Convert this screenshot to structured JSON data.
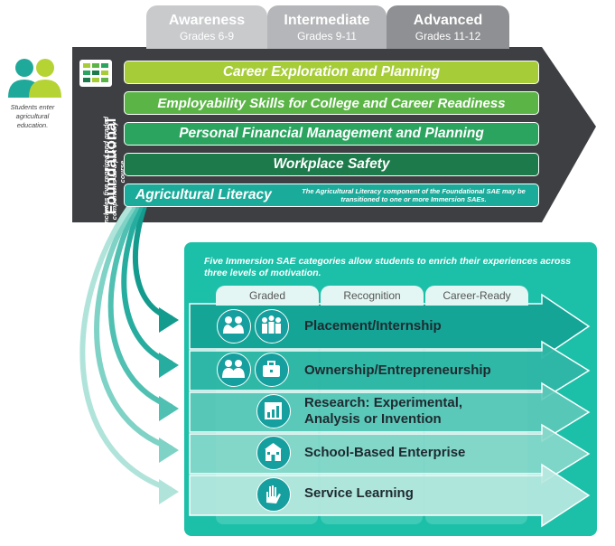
{
  "grade_levels": [
    {
      "name": "Awareness",
      "grades": "Grades 6-9"
    },
    {
      "name": "Intermediate",
      "grades": "Grades 9-11"
    },
    {
      "name": "Advanced",
      "grades": "Grades 11-12"
    }
  ],
  "students_note": "Students enter agricultural education.",
  "foundational": {
    "title": "Foundational",
    "subtitle": "Includes five required and graded components as a part of every course.",
    "components": [
      "Career Exploration and Planning",
      "Employability Skills for College and Career Readiness",
      "Personal Financial Management and Planning",
      "Workplace Safety",
      "Agricultural Literacy"
    ],
    "literacy_note": "The Agricultural Literacy component of the Foundational SAE may be transitioned to one or more Immersion SAEs."
  },
  "immersion": {
    "intro": "Five Immersion SAE categories allow students to enrich their experiences across three levels of motivation.",
    "motivation_levels": [
      "Graded",
      "Recognition",
      "Career-Ready"
    ],
    "categories": [
      {
        "label": "Placement/Internship",
        "icons": [
          "handshake-icon",
          "team-icon"
        ]
      },
      {
        "label": "Ownership/Entrepreneurship",
        "icons": [
          "entrepreneurs-icon",
          "briefcase-icon"
        ]
      },
      {
        "label_lines": [
          "Research: Experimental,",
          "Analysis or Invention"
        ],
        "icons": [
          "research-chart-icon"
        ]
      },
      {
        "label": "School-Based Enterprise",
        "icons": [
          "school-building-icon"
        ]
      },
      {
        "label": "Service Learning",
        "icons": [
          "helping-hand-icon"
        ]
      }
    ]
  },
  "colors": {
    "dark_arrow": "#3d3f42",
    "tab_awareness": "#c9cacc",
    "tab_intermediate": "#b5b6b9",
    "tab_advanced": "#8f9093",
    "lime": "#a6cc38",
    "green": "#5bb546",
    "medium_green": "#2aa45f",
    "dark_green": "#1d7a4a",
    "teal": "#1aab9a",
    "panel_teal": "#1cbfa8",
    "person_teal": "#1fa99b",
    "person_lime": "#b6d334"
  }
}
